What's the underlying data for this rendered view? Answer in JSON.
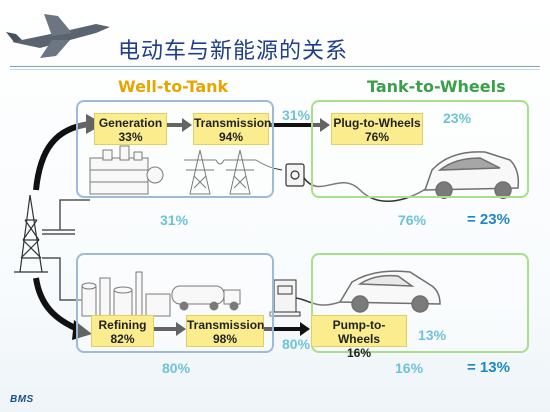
{
  "title": "电动车与新能源的关系",
  "headers": {
    "well_to_tank": "Well-to-Tank",
    "tank_to_wheels": "Tank-to-Wheels"
  },
  "electric_path": {
    "generation": {
      "label": "Generation",
      "pct": "33%"
    },
    "transmission": {
      "label": "Transmission",
      "pct": "94%"
    },
    "between": "31%",
    "plug_to_wheels": {
      "label": "Plug-to-Wheels",
      "pct": "76%"
    },
    "corner": "23%",
    "summary_left": "31%",
    "summary_right": "76%",
    "result": "= 23%"
  },
  "fuel_path": {
    "refining": {
      "label": "Refining",
      "pct": "82%"
    },
    "transmission": {
      "label": "Transmission",
      "pct": "98%"
    },
    "between": "80%",
    "pump_to_wheels": {
      "label": "Pump-to-Wheels",
      "pct": "16%"
    },
    "corner": "13%",
    "summary_left": "80%",
    "summary_right": "16%",
    "result": "= 13%"
  },
  "logo": "BMS"
}
